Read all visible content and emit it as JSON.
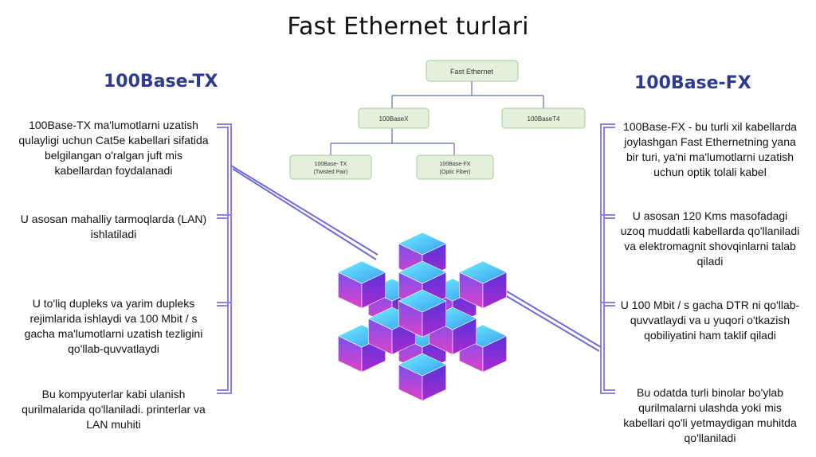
{
  "page": {
    "title": "Fast Ethernet turlari"
  },
  "left": {
    "heading": "100Base-TX",
    "items": [
      "100Base-TX ma'lumotlarni uzatish qulayligi uchun Cat5e kabellari sifatida belgilangan o'ralgan juft mis kabellardan foydalanadi",
      "U asosan mahalliy tarmoqlarda (LAN) ishlatiladi",
      "U to'liq dupleks va yarim dupleks rejimlarida ishlaydi va 100 Mbit / s gacha ma'lumotlarni uzatish tezligini qo'llab-quvvatlaydi",
      "Bu kompyuterlar kabi ulanish qurilmalarida qo'llaniladi. printerlar va LAN muhiti"
    ]
  },
  "right": {
    "heading": "100Base-FX",
    "items": [
      "100Base-FX - bu turli xil kabellarda joylashgan Fast Ethernetning yana bir turi, ya'ni ma'lumotlarni uzatish uchun optik tolali kabel",
      "U asosan 120 Kms masofadagi uzoq muddatli kabellarda qo'llaniladi va elektromagnit shovqinlarni talab qiladi",
      "U 100 Mbit / s gacha DTR ni qo'llab-quvvatlaydi va u yuqori o'tkazish qobiliyatini ham taklif qiladi",
      "Bu odatda turli binolar bo'ylab qurilmalarni ulashda yoki mis kabellari qo'li yetmaydigan muhitda qo'llaniladi"
    ]
  },
  "tree": {
    "root": "Fast Ethernet",
    "level1": [
      "100BaseX",
      "100BaseT4"
    ],
    "level2": [
      {
        "line1": "100Base- TX",
        "line2": "(Twisted Pair)"
      },
      {
        "line1": "100Base-FX",
        "line2": "(Optic Fiber)"
      }
    ]
  },
  "colors": {
    "heading": "#2f3b8f",
    "bracket": "#8a82e6",
    "node_fill": "#e3f0dc",
    "node_stroke": "#a9c99b",
    "tree_line": "#5e6eb0",
    "cube_top": "#4fd8f2",
    "cube_pink": "#d43bd4",
    "cube_violet": "#6a2fe0"
  }
}
